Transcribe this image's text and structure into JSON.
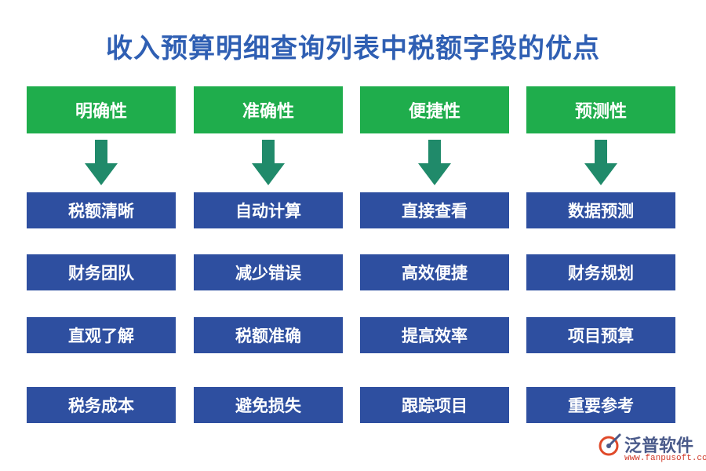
{
  "title": "收入预算明细查询列表中税额字段的优点",
  "colors": {
    "title": "#2f5fb3",
    "header": "#1fad4c",
    "box": "#2e4fa0",
    "arrow": "#208a6a"
  },
  "columns": [
    {
      "header": "明确性",
      "items": [
        "税额清晰",
        "财务团队",
        "直观了解",
        "税务成本"
      ]
    },
    {
      "header": "准确性",
      "items": [
        "自动计算",
        "减少错误",
        "税额准确",
        "避免损失"
      ]
    },
    {
      "header": "便捷性",
      "items": [
        "直接查看",
        "高效便捷",
        "提高效率",
        "跟踪项目"
      ]
    },
    {
      "header": "预测性",
      "items": [
        "数据预测",
        "财务规划",
        "项目预算",
        "重要参考"
      ]
    }
  ],
  "logo": {
    "icon": "fanpu-logo-icon",
    "name": "泛普软件",
    "url": "www.fanpusoft.com"
  }
}
